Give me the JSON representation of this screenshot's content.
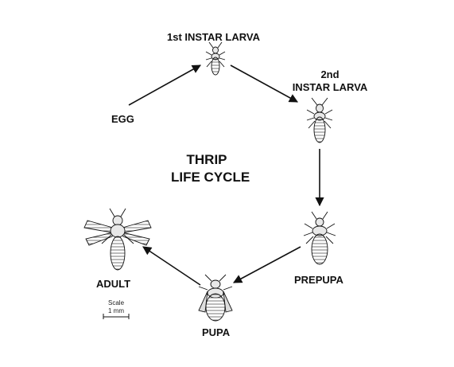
{
  "title": {
    "line1": "THRIP",
    "line2": "LIFE CYCLE"
  },
  "stages": {
    "egg": "EGG",
    "first_instar": "1st INSTAR LARVA",
    "second_instar_line1": "2nd",
    "second_instar_line2": "INSTAR LARVA",
    "prepupa": "PREPUPA",
    "pupa": "PUPA",
    "adult": "ADULT"
  },
  "scale": {
    "label": "Scale",
    "value": "1 mm"
  },
  "colors": {
    "ink": "#111111",
    "body_fill": "#e8e8e8"
  }
}
